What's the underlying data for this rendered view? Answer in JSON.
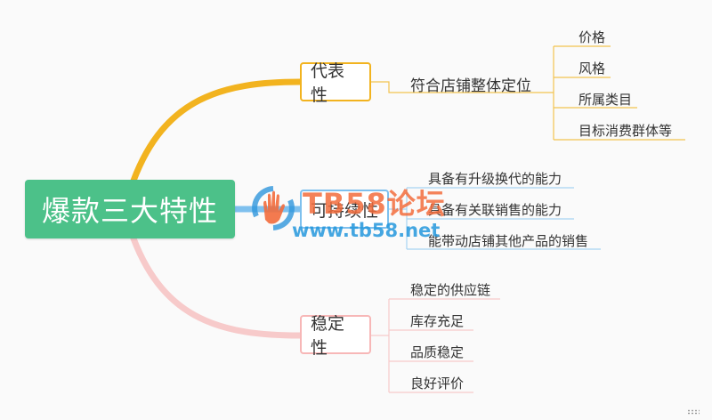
{
  "root": {
    "label": "爆款三大特性"
  },
  "branches": [
    {
      "label": "代表性",
      "color": "#f2b31f",
      "child": "符合店铺整体定位",
      "leaves": [
        "价格",
        "风格",
        "所属类目",
        "目标消费群体等"
      ]
    },
    {
      "label": "可持续性",
      "color": "#7ec0ee",
      "leaves": [
        "具备有升级换代的能力",
        "具备有关联销售的能力",
        "能带动店铺其他产品的销售"
      ]
    },
    {
      "label": "稳定性",
      "color": "#f7b7b7",
      "leaves": [
        "稳定的供应链",
        "库存充足",
        "品质稳定",
        "良好评价"
      ]
    }
  ],
  "watermark": {
    "title": "TB58论坛",
    "url": "www.tb58.net"
  }
}
